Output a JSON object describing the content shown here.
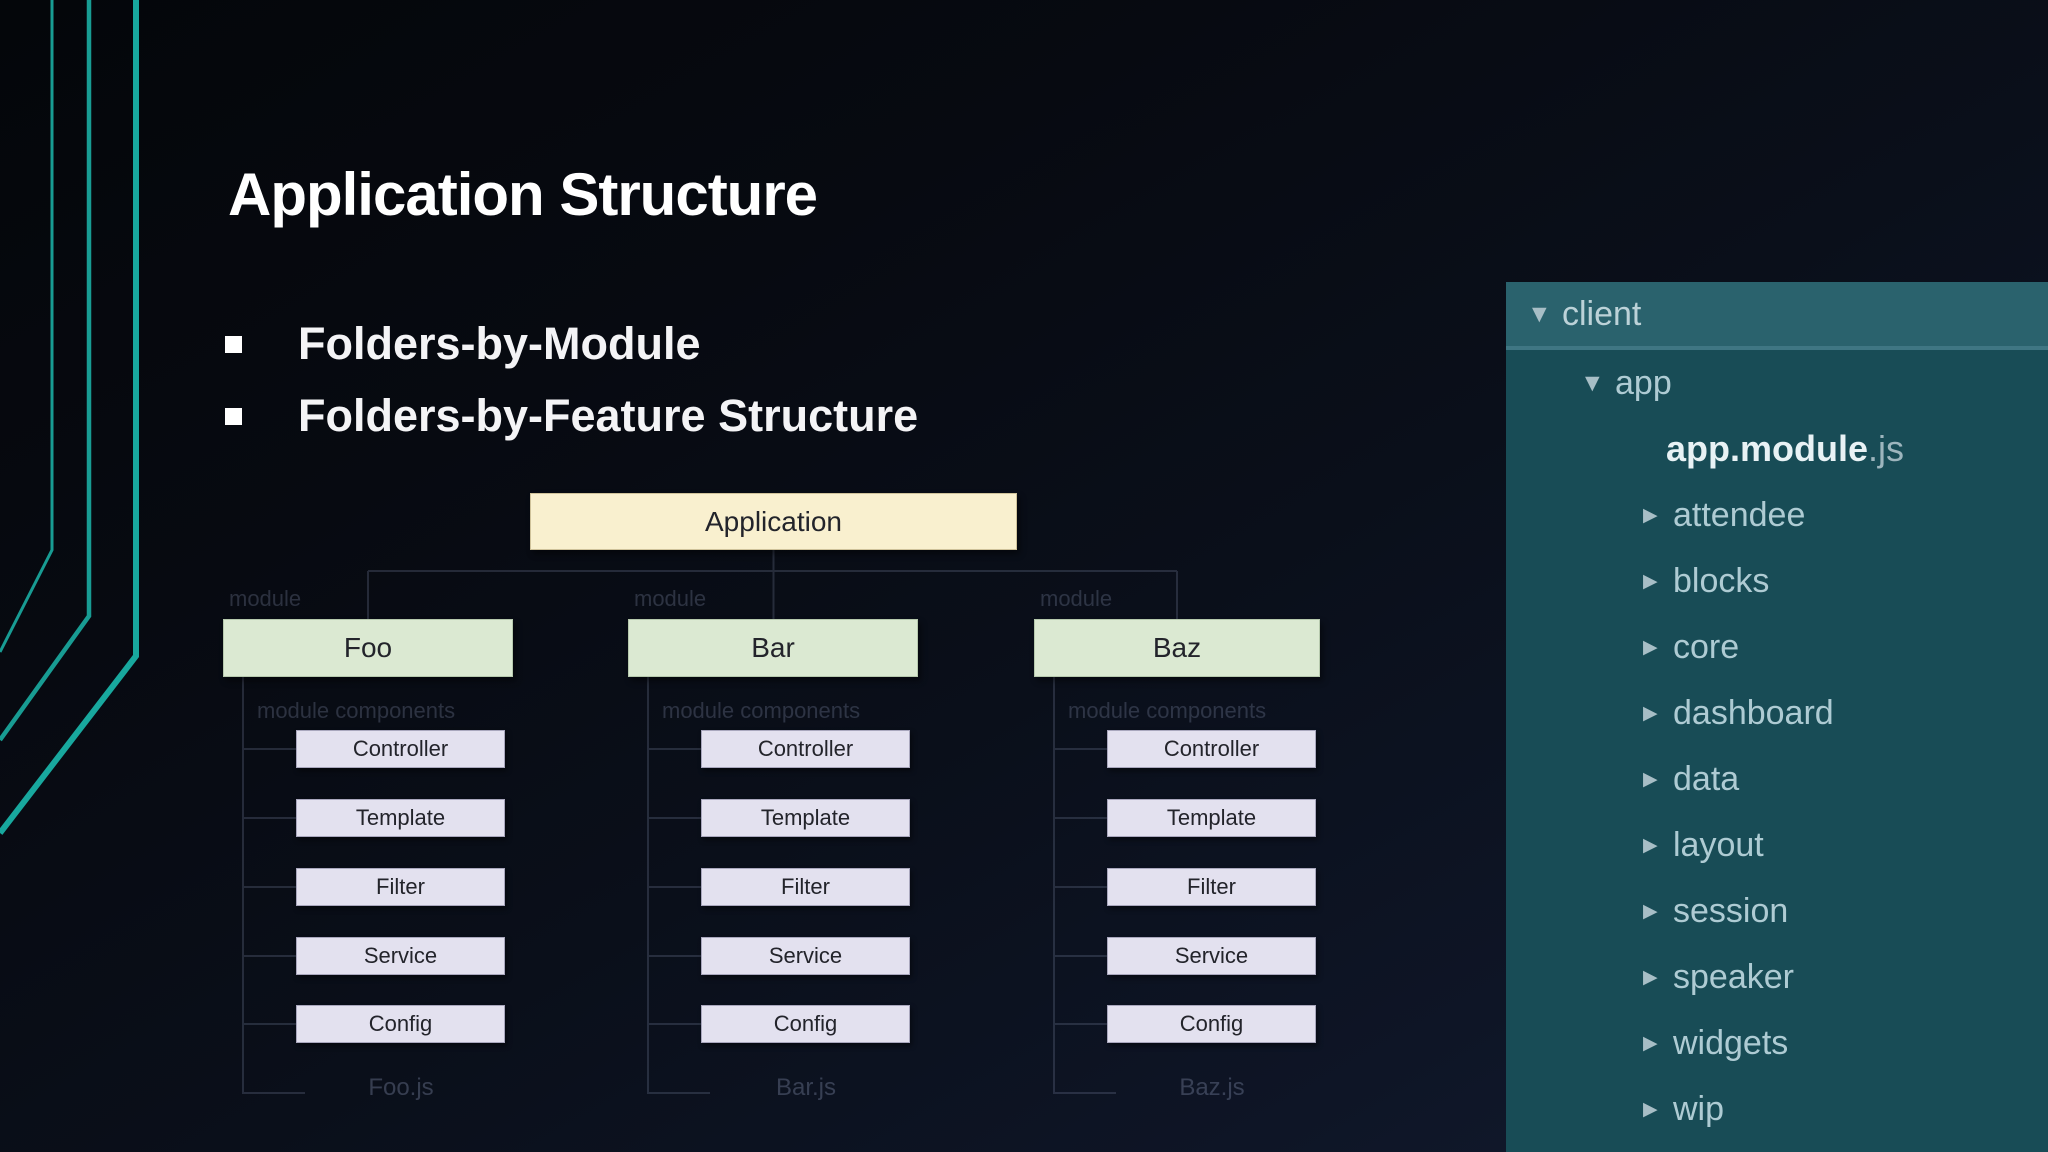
{
  "slide": {
    "title": "Application Structure",
    "bullets": [
      "Folders-by-Module",
      "Folders-by-Feature Structure"
    ]
  },
  "diagram": {
    "root_label": "Application",
    "faint": {
      "module_label": "module",
      "components_label": "module components"
    },
    "modules": [
      {
        "name": "Foo",
        "file": "Foo.js",
        "children": [
          "Controller",
          "Template",
          "Filter",
          "Service",
          "Config"
        ]
      },
      {
        "name": "Bar",
        "file": "Bar.js",
        "children": [
          "Controller",
          "Template",
          "Filter",
          "Service",
          "Config"
        ]
      },
      {
        "name": "Baz",
        "file": "Baz.js",
        "children": [
          "Controller",
          "Template",
          "Filter",
          "Service",
          "Config"
        ]
      }
    ],
    "colors": {
      "root_bg": "#f9f0cf",
      "module_bg": "#dbe9d2",
      "component_bg": "#e3e1ef",
      "connector": "#2a3140",
      "faint_text": "#2e3648"
    }
  },
  "file_tree": {
    "items": [
      {
        "label": "client",
        "arrow": "▼",
        "type": "folder",
        "level": 0
      },
      {
        "label": "app",
        "arrow": "▼",
        "type": "folder",
        "level": 1
      },
      {
        "label": "app.module",
        "suffix": ".js",
        "arrow": "",
        "type": "file",
        "level": 2
      },
      {
        "label": "attendee",
        "arrow": "▶",
        "type": "folder",
        "level": 2
      },
      {
        "label": "blocks",
        "arrow": "▶",
        "type": "folder",
        "level": 2
      },
      {
        "label": "core",
        "arrow": "▶",
        "type": "folder",
        "level": 2
      },
      {
        "label": "dashboard",
        "arrow": "▶",
        "type": "folder",
        "level": 2
      },
      {
        "label": "data",
        "arrow": "▶",
        "type": "folder",
        "level": 2
      },
      {
        "label": "layout",
        "arrow": "▶",
        "type": "folder",
        "level": 2
      },
      {
        "label": "session",
        "arrow": "▶",
        "type": "folder",
        "level": 2
      },
      {
        "label": "speaker",
        "arrow": "▶",
        "type": "folder",
        "level": 2
      },
      {
        "label": "widgets",
        "arrow": "▶",
        "type": "folder",
        "level": 2
      },
      {
        "label": "wip",
        "arrow": "▶",
        "type": "folder",
        "level": 2
      }
    ],
    "colors": {
      "panel_bg": "#184c56",
      "selected_row_bg": "#2a626d",
      "divider": "#3f7683",
      "folder_text": "#aecbd3",
      "file_text": "#e8f2f5",
      "file_suffix_text": "#9db5bd",
      "arrow": "#a7bec6"
    }
  },
  "decor": {
    "accent_line_color": "#189c93"
  }
}
